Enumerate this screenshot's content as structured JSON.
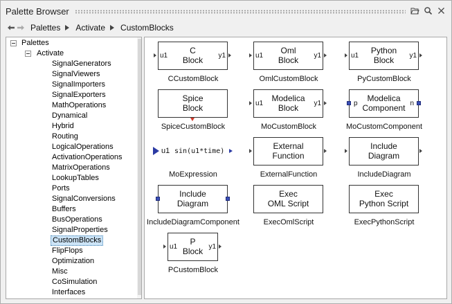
{
  "window": {
    "title": "Palette Browser"
  },
  "breadcrumb": {
    "items": [
      "Palettes",
      "Activate",
      "CustomBlocks"
    ]
  },
  "tree": {
    "root": "Palettes",
    "child": "Activate",
    "items": [
      "SignalGenerators",
      "SignalViewers",
      "SignalImporters",
      "SignalExporters",
      "MathOperations",
      "Dynamical",
      "Hybrid",
      "Routing",
      "LogicalOperations",
      "ActivationOperations",
      "MatrixOperations",
      "LookupTables",
      "Ports",
      "SignalConversions",
      "Buffers",
      "BusOperations",
      "SignalProperties",
      "CustomBlocks",
      "FlipFlops",
      "Optimization",
      "Misc",
      "CoSimulation",
      "Interfaces"
    ],
    "selected": "CustomBlocks"
  },
  "blocks": [
    {
      "line1": "C",
      "line2": "Block",
      "in": "u1",
      "out": "y1",
      "label": "CCustomBlock"
    },
    {
      "line1": "Oml",
      "line2": "Block",
      "in": "u1",
      "out": "y1",
      "label": "OmlCustomBlock"
    },
    {
      "line1": "Python",
      "line2": "Block",
      "in": "u1",
      "out": "y1",
      "label": "PyCustomBlock"
    },
    {
      "line1": "Spice",
      "line2": "Block",
      "label": "SpiceCustomBlock"
    },
    {
      "line1": "Modelica",
      "line2": "Block",
      "in": "u1",
      "out": "y1",
      "label": "MoCustomBlock"
    },
    {
      "line1": "Modelica",
      "line2": "Component",
      "in": "p",
      "out": "n",
      "label": "MoCustomComponent"
    },
    {
      "in": "u1",
      "expr": "sin(u1*time)",
      "label": "MoExpression"
    },
    {
      "line1": "External",
      "line2": "Function",
      "label": "ExternalFunction"
    },
    {
      "line1": "Include",
      "line2": "Diagram",
      "label": "IncludeDiagram"
    },
    {
      "line1": "Include",
      "line2": "Diagram",
      "label": "IncludeDiagramComponent"
    },
    {
      "line1": "Exec",
      "line2": "OML Script",
      "label": "ExecOmlScript"
    },
    {
      "line1": "Exec",
      "line2": "Python Script",
      "label": "ExecPythonScript"
    },
    {
      "line1": "P",
      "line2": "Block",
      "in": "u1",
      "out": "y1",
      "label": "PCustomBlock"
    }
  ],
  "colors": {
    "selection_bg": "#cce4f7",
    "port_blue": "#3b4fb5",
    "spice_marker": "#d33a2c"
  },
  "icons": [
    "back-arrow-icon",
    "forward-arrow-icon",
    "folder-open-icon",
    "search-icon",
    "close-icon",
    "chevron-right-icon"
  ]
}
